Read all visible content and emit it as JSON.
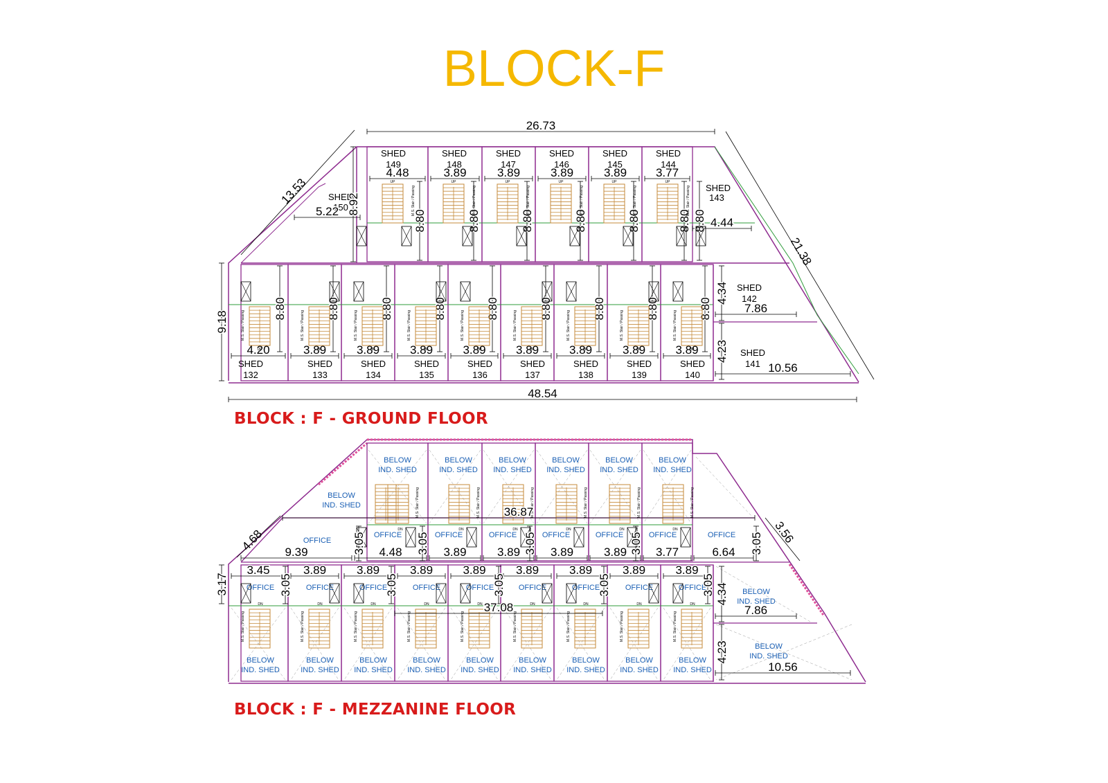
{
  "title": "BLOCK-F",
  "colors": {
    "title": "#f5b800",
    "plan_title": "#d81b1b",
    "wall": "#8e2b8f",
    "green": "#2e9b3a",
    "blue": "#1a5fb4",
    "stair": "#c48a3a",
    "mezz_edge": "#e0529a"
  },
  "ground_floor": {
    "title": "BLOCK : F - GROUND FLOOR",
    "top_row": [
      {
        "label": "SHED",
        "no": "149",
        "width": "4.48",
        "depth": "8.80"
      },
      {
        "label": "SHED",
        "no": "148",
        "width": "3.89",
        "depth": "8.80"
      },
      {
        "label": "SHED",
        "no": "147",
        "width": "3.89",
        "depth": "8.80"
      },
      {
        "label": "SHED",
        "no": "146",
        "width": "3.89",
        "depth": "8.80"
      },
      {
        "label": "SHED",
        "no": "145",
        "width": "3.89",
        "depth": "8.80"
      },
      {
        "label": "SHED",
        "no": "144",
        "width": "3.77",
        "depth": "8.80"
      }
    ],
    "bottom_row": [
      {
        "label": "SHED",
        "no": "132",
        "width": "4.20",
        "depth": "8.80"
      },
      {
        "label": "SHED",
        "no": "133",
        "width": "3.89",
        "depth": "8.80"
      },
      {
        "label": "SHED",
        "no": "134",
        "width": "3.89",
        "depth": "8.80"
      },
      {
        "label": "SHED",
        "no": "135",
        "width": "3.89",
        "depth": "8.80"
      },
      {
        "label": "SHED",
        "no": "136",
        "width": "3.89",
        "depth": "8.80"
      },
      {
        "label": "SHED",
        "no": "137",
        "width": "3.89",
        "depth": "8.80"
      },
      {
        "label": "SHED",
        "no": "138",
        "width": "3.89",
        "depth": "8.80"
      },
      {
        "label": "SHED",
        "no": "139",
        "width": "3.89",
        "depth": "8.80"
      },
      {
        "label": "SHED",
        "no": "140",
        "width": "3.89",
        "depth": "8.80"
      }
    ],
    "shed_150": {
      "label": "SHED",
      "no": "150",
      "width": "5.22",
      "depth": "8.92"
    },
    "shed_143": {
      "label": "SHED",
      "no": "143",
      "width": "4.44"
    },
    "shed_142": {
      "label": "SHED",
      "no": "142",
      "width": "7.86",
      "depth": "4.34"
    },
    "shed_141": {
      "label": "SHED",
      "no": "141",
      "width": "10.56",
      "depth": "4.23"
    },
    "overall": {
      "top": "26.73",
      "bottom": "48.54",
      "left_slant": "13.53",
      "right_slant": "21.38",
      "left": "9.18"
    },
    "stair_label": "M.S. Stair / Passing",
    "stair_up": "UP"
  },
  "mezzanine_floor": {
    "title": "BLOCK : F - MEZZANINE FLOOR",
    "below_label": [
      "BELOW",
      "IND. SHED"
    ],
    "office_label": "OFFICE",
    "stair_dn": "DN",
    "overall": {
      "upper": "36.87",
      "lower": "37.08",
      "left_slant": "4.68",
      "right_slant": "3.56",
      "left": "3.17"
    },
    "upper_widths": [
      "9.39",
      "4.48",
      "3.89",
      "3.89",
      "3.89",
      "3.89",
      "3.77",
      "6.64"
    ],
    "lower_widths": [
      "3.45",
      "3.89",
      "3.89",
      "3.89",
      "3.89",
      "3.89",
      "3.89",
      "3.89",
      "3.89"
    ],
    "office_depth": "3.05",
    "shed_142": {
      "width": "7.86",
      "depth": "4.34"
    },
    "shed_141": {
      "width": "10.56",
      "depth": "4.23"
    }
  }
}
